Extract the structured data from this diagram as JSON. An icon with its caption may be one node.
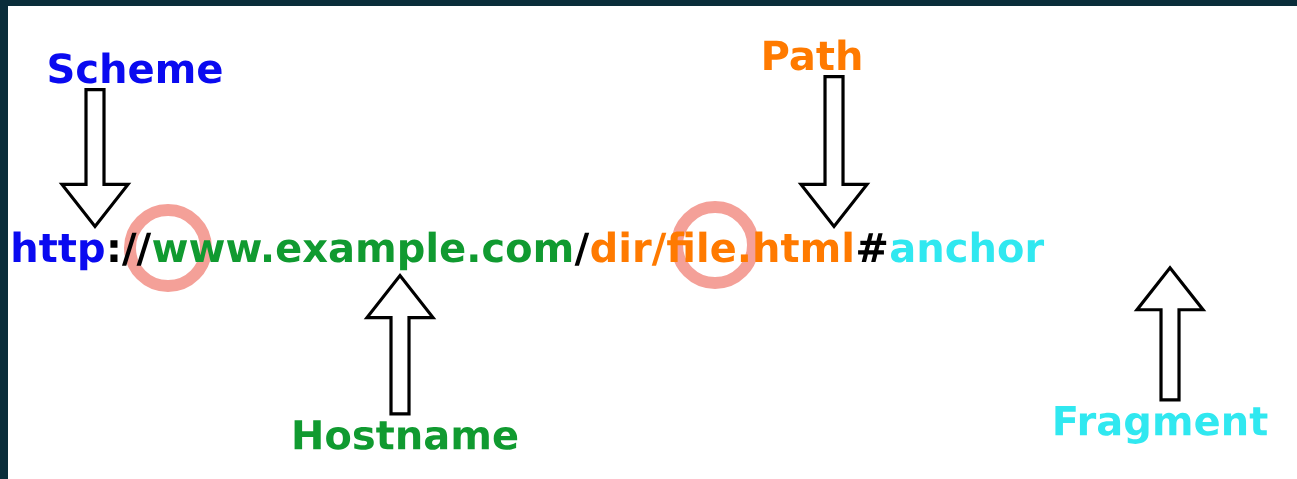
{
  "diagram": {
    "nodes": [
      {
        "text": [
          "Scheme"
        ]
      },
      {
        "text": [
          "Path"
        ]
      },
      {
        "text": [
          "http"
        ]
      },
      {
        "text": [
          "://"
        ]
      },
      {
        "text": [
          "www.example.com"
        ]
      },
      {
        "text": [
          "/"
        ]
      },
      {
        "text": [
          "dir/file.html"
        ]
      },
      {
        "text": [
          "#"
        ]
      },
      {
        "text": [
          "anchor"
        ]
      },
      {
        "text": [
          "Hostname"
        ]
      },
      {
        "text": [
          "Fragment"
        ]
      }
    ],
    "edges": [
      {
        "from": 0,
        "to": 2,
        "arrow": "to"
      },
      {
        "from": 1,
        "to": 6,
        "arrow": "to"
      },
      {
        "from": 9,
        "to": 4,
        "arrow": "to"
      },
      {
        "from": 10,
        "to": 8,
        "arrow": "to"
      }
    ]
  }
}
